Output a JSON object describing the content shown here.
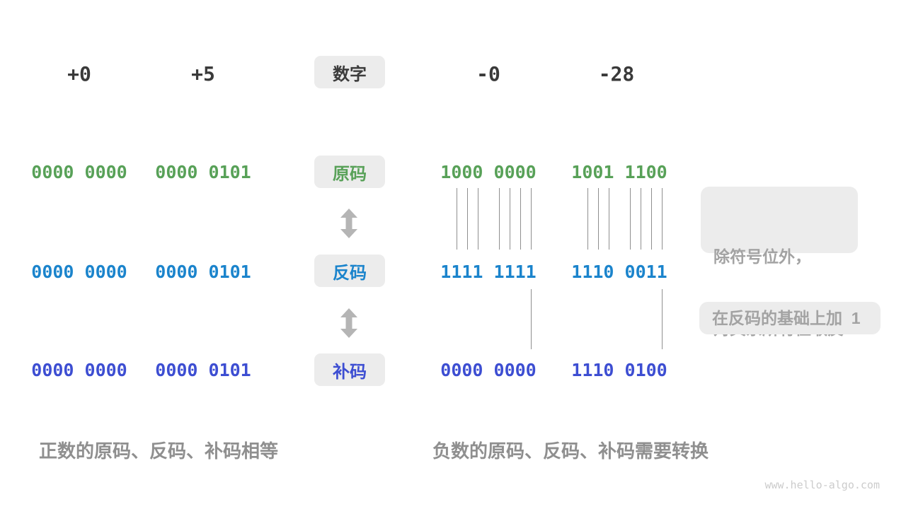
{
  "palette": {
    "sign_magnitude_green": "#58a158",
    "ones_complement_blue": "#1b84cc",
    "twos_complement_indigo": "#3d4ed2",
    "heading_dark": "#3a3a3a",
    "caption_gray": "#8f8f8f",
    "note_gray": "#a3a3a3",
    "tag_background": "#ececec"
  },
  "header": {
    "number_label": "数字",
    "columns": [
      "+0",
      "+5",
      "-0",
      "-28"
    ]
  },
  "rows": [
    {
      "label": "原码",
      "values": [
        "0000 0000",
        "0000 0101",
        "1000 0000",
        "1001 1100"
      ]
    },
    {
      "label": "反码",
      "values": [
        "0000 0000",
        "0000 0101",
        "1111 1111",
        "1110 0011"
      ]
    },
    {
      "label": "补码",
      "values": [
        "0000 0000",
        "0000 0101",
        "0000 0000",
        "1110 0100"
      ]
    }
  ],
  "annotations": {
    "flip_line1": "除符号位外，",
    "flip_line2": "对其余所有位取反",
    "add_one": "在反码的基础上加  1"
  },
  "captions": {
    "positive": "正数的原码、反码、补码相等",
    "negative": "负数的原码、反码、补码需要转换"
  },
  "watermark": "www.hello-algo.com"
}
